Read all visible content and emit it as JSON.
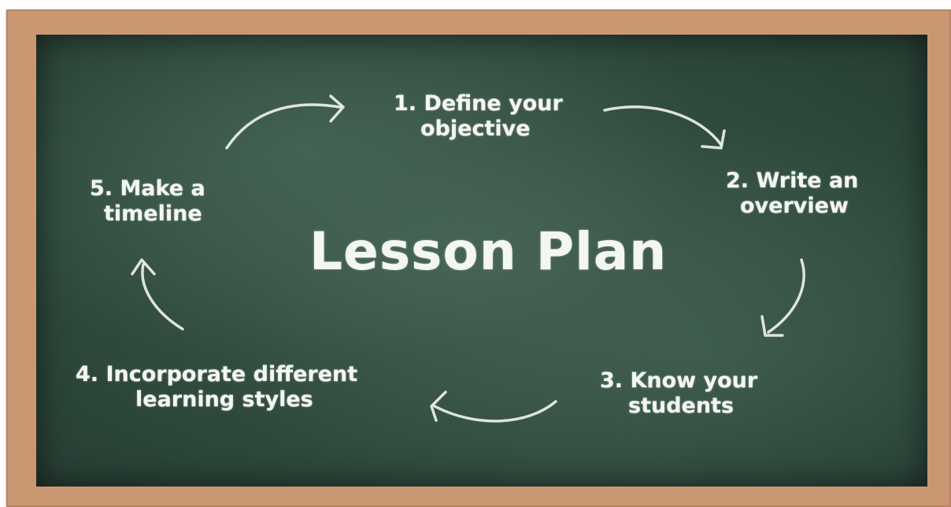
{
  "title": "Lesson Plan",
  "steps": [
    {
      "line1": "1. Define your",
      "line2": "objective"
    },
    {
      "line1": "2. Write an",
      "line2": "overview"
    },
    {
      "line1": "3. Know your",
      "line2": "students"
    },
    {
      "line1": "4. Incorporate different",
      "line2": "learning styles"
    },
    {
      "line1": "5. Make a",
      "line2": "timeline"
    }
  ],
  "colors": {
    "frame": "#c99873",
    "board": "#2f4a3d",
    "chalk": "#f4f6f2"
  },
  "icons": [
    "cycle-arrow-icon"
  ]
}
